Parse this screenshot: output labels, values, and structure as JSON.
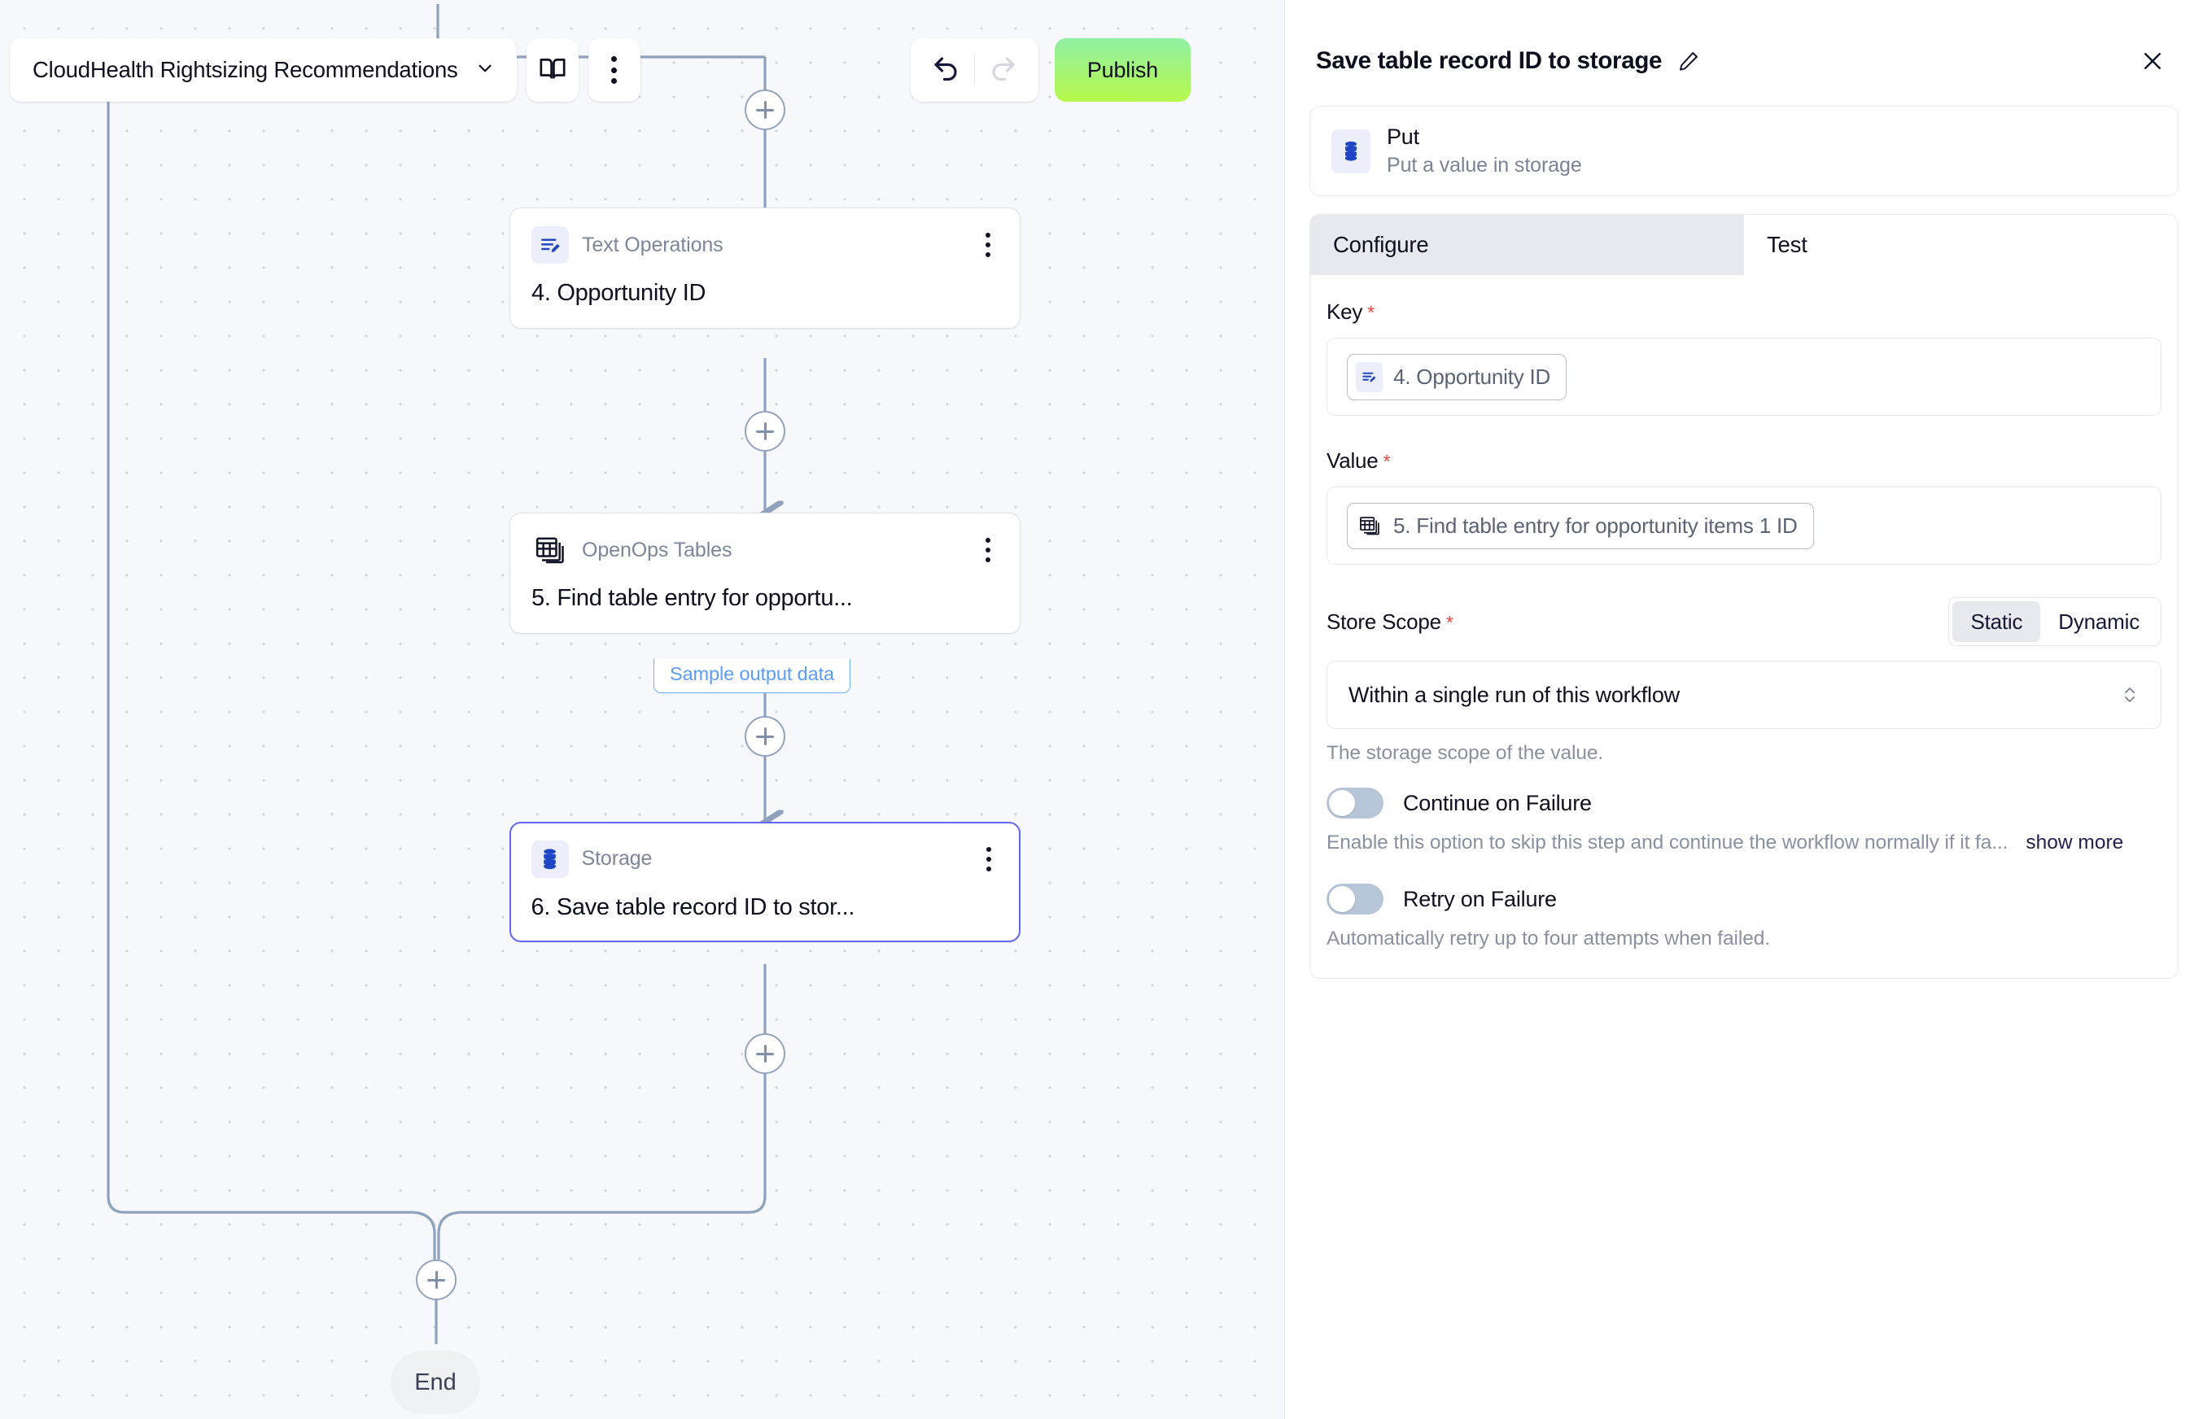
{
  "canvas": {
    "toolbar": {
      "flow_name": "CloudHealth Rightsizing Recommendations",
      "chevron_icon": "chevron-down-icon",
      "docs_icon": "book-icon",
      "more_icon": "more-vertical-icon",
      "undo_icon": "undo-arrow-icon",
      "redo_icon": "redo-arrow-icon",
      "publish_label": "Publish",
      "publish_color_top": "#90f0a4",
      "publish_color_bottom": "#b6f84b"
    },
    "nodes": [
      {
        "vendor": "Text Operations",
        "title": "4. Opportunity ID",
        "icon": "text-edit-icon",
        "selected": false
      },
      {
        "vendor": "OpenOps Tables",
        "title": "5. Find table entry for opportu...",
        "icon": "table-stack-icon",
        "selected": false,
        "badge": "Sample output data"
      },
      {
        "vendor": "Storage",
        "title": "6. Save table record ID to stor...",
        "icon": "database-icon",
        "selected": true
      }
    ],
    "selected_border_color": "#6366f1",
    "badge_color": "#5a9cf8",
    "end_label": "End",
    "add_step_icon": "plus-circle-icon",
    "connector_color": "#8fa2bd"
  },
  "panel": {
    "title": "Save table record ID to storage",
    "edit_icon": "pencil-icon",
    "close_icon": "close-icon",
    "piece": {
      "name": "Put",
      "description": "Put a value in storage",
      "icon": "database-icon"
    },
    "tabs": [
      {
        "label": "Configure",
        "active": true
      },
      {
        "label": "Test",
        "active": false
      }
    ],
    "fields": {
      "key": {
        "label": "Key",
        "required_marker": "*",
        "chip_text": "4. Opportunity ID",
        "chip_icon": "text-edit-icon"
      },
      "value": {
        "label": "Value",
        "required_marker": "*",
        "chip_text": "5. Find table entry for opportunity items 1 ID",
        "chip_icon": "table-stack-icon"
      },
      "store_scope": {
        "label": "Store Scope",
        "required_marker": "*",
        "segments": [
          {
            "label": "Static",
            "active": true
          },
          {
            "label": "Dynamic",
            "active": false
          }
        ],
        "selected_option": "Within a single run of this workflow",
        "chevron_icon": "chevron-up-down-icon",
        "hint": "The storage scope of the value."
      }
    },
    "options": [
      {
        "label": "Continue on Failure",
        "enabled": false,
        "description": "Enable this option to skip this step and continue the workflow normally if it fa...",
        "show_more_label": "show more"
      },
      {
        "label": "Retry on Failure",
        "enabled": false,
        "description": "Automatically retry up to four attempts when failed.",
        "show_more_label": ""
      }
    ]
  }
}
